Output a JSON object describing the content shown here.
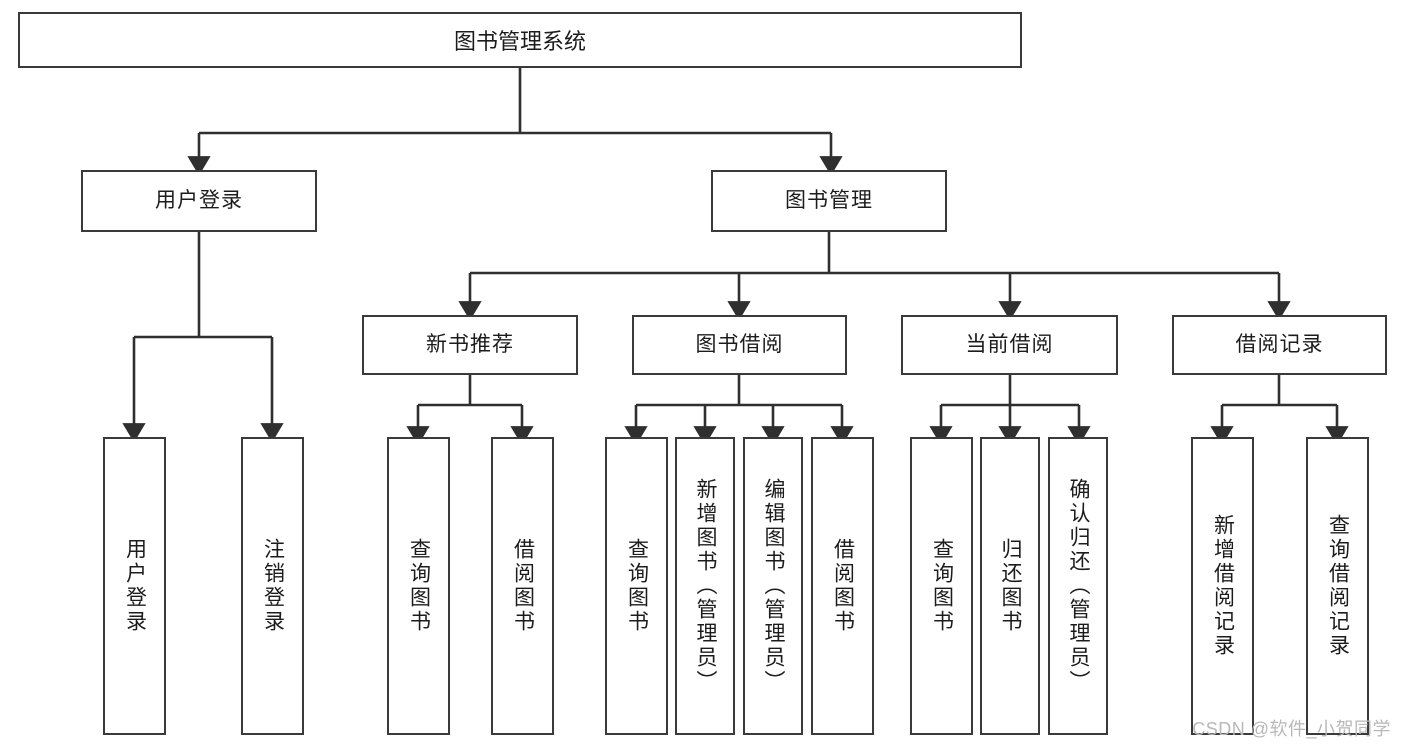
{
  "diagram": {
    "title": "图书管理系统",
    "type": "tree-hierarchy-diagram",
    "watermark": "CSDN @软件_小贺同学",
    "colors": {
      "box_border": "#3a3a3a",
      "box_fill": "#ffffff",
      "connector": "#2f2f2f",
      "text": "#1c1c1c",
      "watermark": "#b8b8b8"
    },
    "root": {
      "label": "图书管理系统"
    },
    "level2": [
      {
        "label": "用户登录"
      },
      {
        "label": "图书管理"
      }
    ],
    "level3": [
      {
        "label": "新书推荐"
      },
      {
        "label": "图书借阅"
      },
      {
        "label": "当前借阅"
      },
      {
        "label": "借阅记录"
      }
    ],
    "leaves": {
      "user_login": [
        {
          "label": "用户登录"
        },
        {
          "label": "注销登录"
        }
      ],
      "new_book_recommend": [
        {
          "label": "查询图书"
        },
        {
          "label": "借阅图书"
        }
      ],
      "book_borrow": [
        {
          "label": "查询图书"
        },
        {
          "label": "新增图书（管理员）"
        },
        {
          "label": "编辑图书（管理员）"
        },
        {
          "label": "借阅图书"
        }
      ],
      "current_borrow": [
        {
          "label": "查询图书"
        },
        {
          "label": "归还图书"
        },
        {
          "label": "确认归还（管理员）"
        }
      ],
      "borrow_record": [
        {
          "label": "新增借阅记录"
        },
        {
          "label": "查询借阅记录"
        }
      ]
    }
  }
}
